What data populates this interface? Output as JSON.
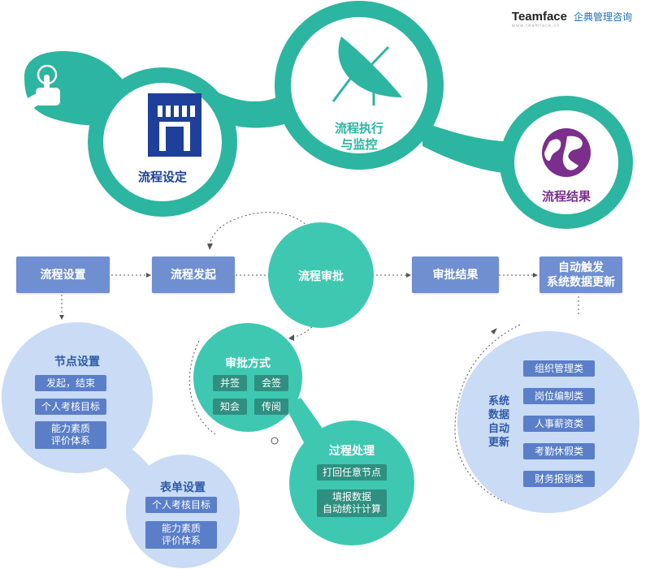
{
  "logo": {
    "brand": "Teamface",
    "slogan": "企典管理咨询",
    "tagline": "www.teamface.cn"
  },
  "top_circles": {
    "setting": {
      "label": "流程设定"
    },
    "monitor": {
      "label_line1": "流程执行",
      "label_line2": "与监控"
    },
    "result": {
      "label": "流程结果"
    }
  },
  "flow": {
    "step1": "流程设置",
    "step2": "流程发起",
    "step3": "流程审批",
    "step4": "审批结果",
    "step5_line1": "自动触发",
    "step5_line2": "系统数据更新"
  },
  "node_settings": {
    "title": "节点设置",
    "items": [
      "发起，结束",
      "个人考核目标"
    ],
    "item3_line1": "能力素质",
    "item3_line2": "评价体系"
  },
  "form_settings": {
    "title": "表单设置",
    "item1": "个人考核目标",
    "item2_line1": "能力素质",
    "item2_line2": "评价体系"
  },
  "approval_methods": {
    "title": "审批方式",
    "items": [
      "并签",
      "会签",
      "知会",
      "传阅"
    ]
  },
  "process_handling": {
    "title": "过程处理",
    "item1": "打回任意节点",
    "item2_line1": "填报数据",
    "item2_line2": "自动统计计算"
  },
  "system_update": {
    "vertical_label": [
      "系统",
      "数据",
      "自动",
      "更新"
    ],
    "items": [
      "组织管理类",
      "岗位编制类",
      "人事薪资类",
      "考勤休假类",
      "财务报销类"
    ]
  },
  "colors": {
    "teal": "#2cb5a0",
    "teal_light": "#3ec8b1",
    "blue_box": "#6f8fd0",
    "pale_blue": "#c9dbf5",
    "navy": "#1e3f9a",
    "purple": "#7b2e8c"
  }
}
